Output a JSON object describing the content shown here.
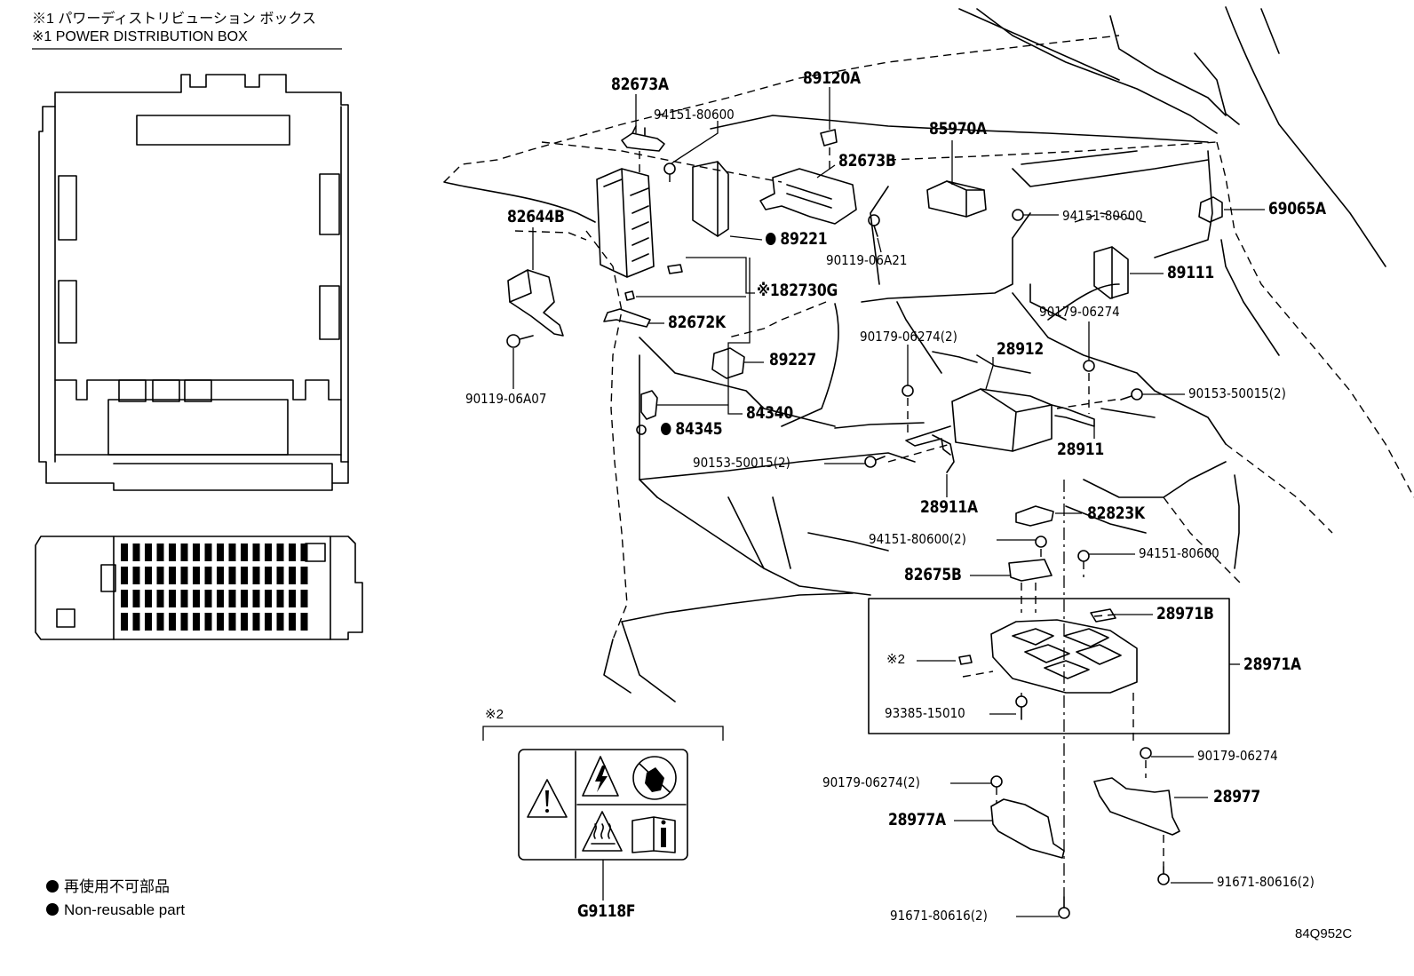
{
  "header": {
    "line1": "※1  パワーディストリビューション ボックス",
    "line2": "※1  POWER DISTRIBUTION BOX"
  },
  "legend": {
    "non_reusable_jp": "再使用不可部品",
    "non_reusable_en": "Non-reusable part"
  },
  "inset": {
    "mark": "※2",
    "label_part": "G9118F"
  },
  "box_mark": "※2",
  "parts": {
    "p82673A": "82673A",
    "p89120A": "89120A",
    "p94151_80600_top": "94151-80600",
    "p85970A": "85970A",
    "p82673B": "82673B",
    "p82644B": "82644B",
    "p89221": "89221",
    "p94151_80600_right": "94151-80600",
    "p69065A": "69065A",
    "p90119_06A21": "90119-06A21",
    "p82730G": "※182730G",
    "p89111": "89111",
    "p82672K": "82672K",
    "p90179_06274_top": "90179-06274",
    "p90179_06274_2": "90179-06274(2)",
    "p28912": "28912",
    "p89227": "89227",
    "p90119_06A07": "90119-06A07",
    "p90153_50015_2_right": "90153-50015(2)",
    "p84340": "84340",
    "p84345": "84345",
    "p28911": "28911",
    "p90153_50015_2_left": "90153-50015(2)",
    "p28911A": "28911A",
    "p82823K": "82823K",
    "p94151_80600_2": "94151-80600(2)",
    "p94151_80600_low": "94151-80600",
    "p82675B": "82675B",
    "p28971B": "28971B",
    "p28971A": "28971A",
    "p93385_15010": "93385-15010",
    "p90179_06274_right": "90179-06274",
    "p90179_06274_2_low": "90179-06274(2)",
    "p28977": "28977",
    "p28977A": "28977A",
    "p91671_80616_2_right": "91671-80616(2)",
    "p91671_80616_2_bottom": "91671-80616(2)"
  },
  "figure_code": "84Q952C"
}
